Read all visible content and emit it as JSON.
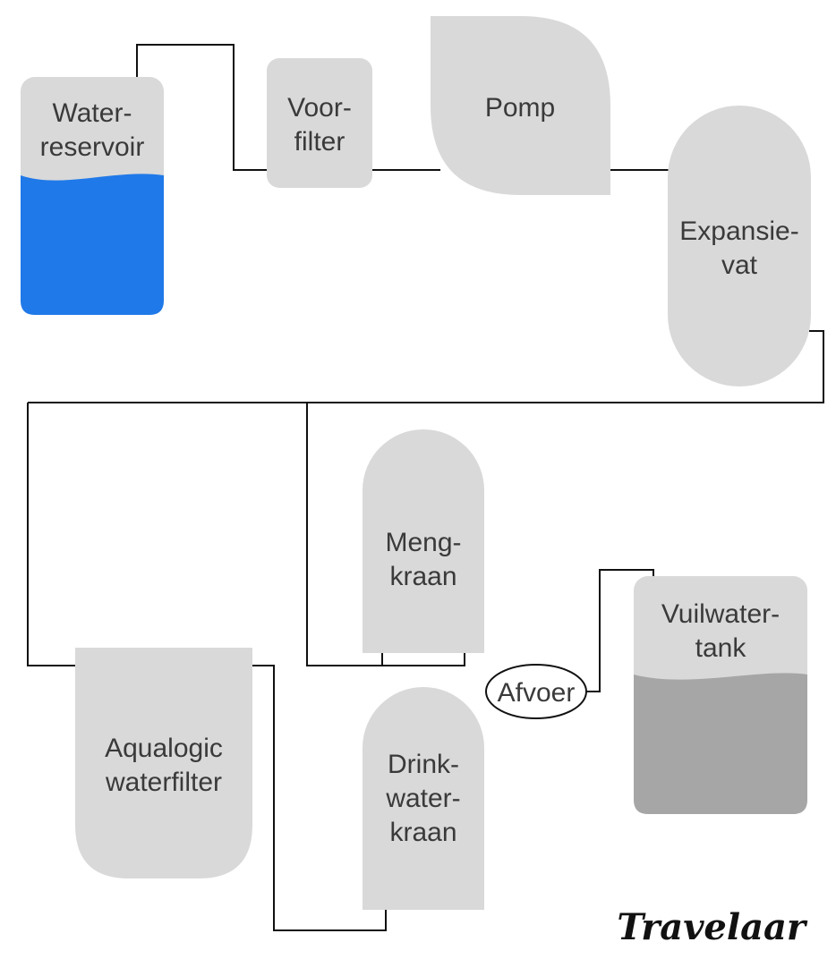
{
  "components": {
    "water_reservoir": {
      "line1": "Water-",
      "line2": "reservoir"
    },
    "prefilter": {
      "line1": "Voor-",
      "line2": "filter"
    },
    "pump": {
      "line1": "Pomp"
    },
    "expansion_vessel": {
      "line1": "Expansie-",
      "line2": "vat"
    },
    "mixing_tap": {
      "line1": "Meng-",
      "line2": "kraan"
    },
    "drain": {
      "line1": "Afvoer"
    },
    "wastewater_tank": {
      "line1": "Vuilwater-",
      "line2": "tank"
    },
    "aqualogic_filter": {
      "line1": "Aqualogic",
      "line2": "waterfilter"
    },
    "drinking_tap": {
      "line1": "Drink-",
      "line2": "water-",
      "line3": "kraan"
    }
  },
  "brand": {
    "logo_text": "Travelaar"
  },
  "colors": {
    "component_fill": "#d9d9d9",
    "clean_water": "#2079e8",
    "waste_water": "#a6a6a6",
    "pipe": "#111111",
    "label": "#3a3a3a"
  }
}
